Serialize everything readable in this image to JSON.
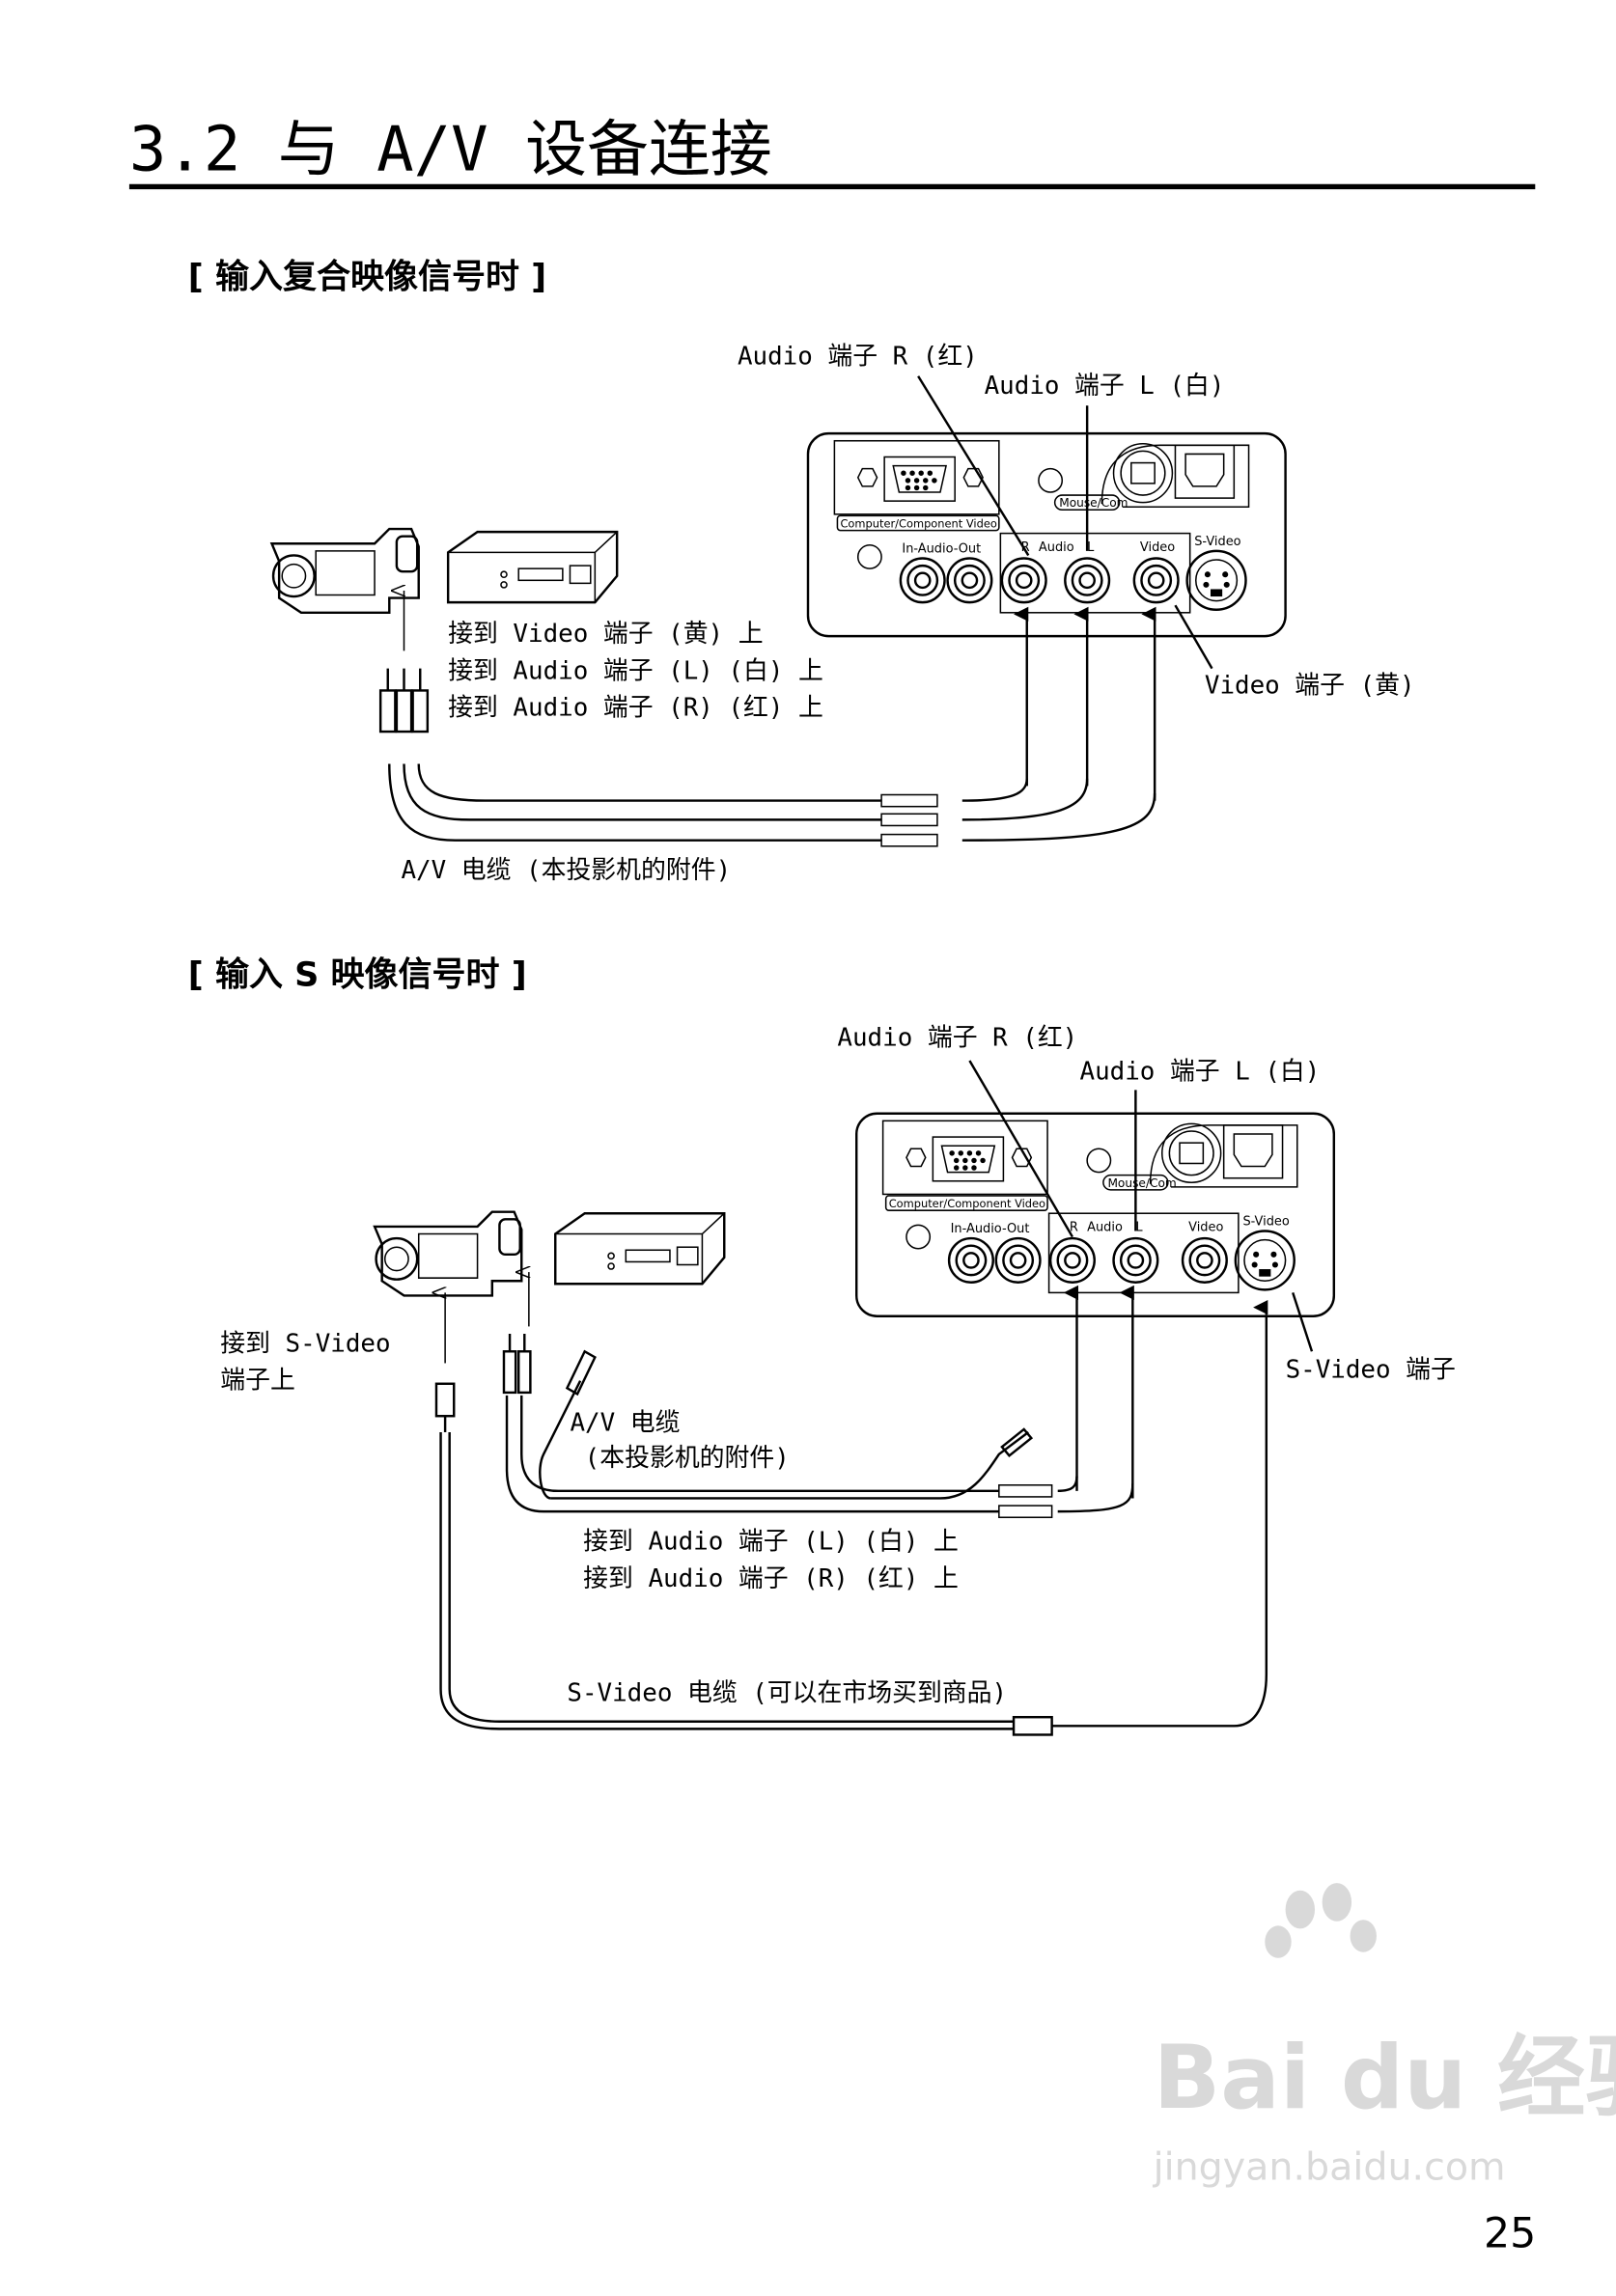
{
  "page": {
    "title": "3.2 与 A/V 设备连接",
    "page_number": "25"
  },
  "panel_labels": {
    "computer_video": "Computer/Component Video",
    "mouse_com": "Mouse/Com",
    "in_audio_out": "In-Audio-Out",
    "r": "R",
    "audio": "Audio",
    "l": "L",
    "video": "Video",
    "s_video": "S-Video"
  },
  "section_composite": {
    "heading": "[ 输入复合映像信号时 ]",
    "audio_r_label": "Audio 端子 R (红)",
    "audio_l_label": "Audio 端子 L (白)",
    "video_port_label": "Video 端子 (黄)",
    "connect_video": "接到 Video 端子 (黄) 上",
    "connect_audio_l": "接到 Audio 端子 (L)  (白) 上",
    "connect_audio_r": "接到 Audio 端子 (R)  (红) 上",
    "cable_label": "A/V 电缆 (本投影机的附件)"
  },
  "section_svideo": {
    "heading": "[ 输入 S 映像信号时 ]",
    "audio_r_label": "Audio 端子 R (红)",
    "audio_l_label": "Audio 端子 L (白)",
    "svideo_port_label": "S-Video 端子",
    "connect_svideo_line1": "接到 S-Video",
    "connect_svideo_line2": "端子上",
    "av_cable_line1": "A/V 电缆",
    "av_cable_line2": "(本投影机的附件)",
    "connect_audio_l": "接到 Audio 端子 (L)  (白) 上",
    "connect_audio_r": "接到 Audio 端子 (R)  (红) 上",
    "svideo_cable_label": "S-Video 电缆 (可以在市场买到商品)"
  },
  "watermark": {
    "brand": "Bai du 经验",
    "url": "jingyan.baidu.com"
  }
}
